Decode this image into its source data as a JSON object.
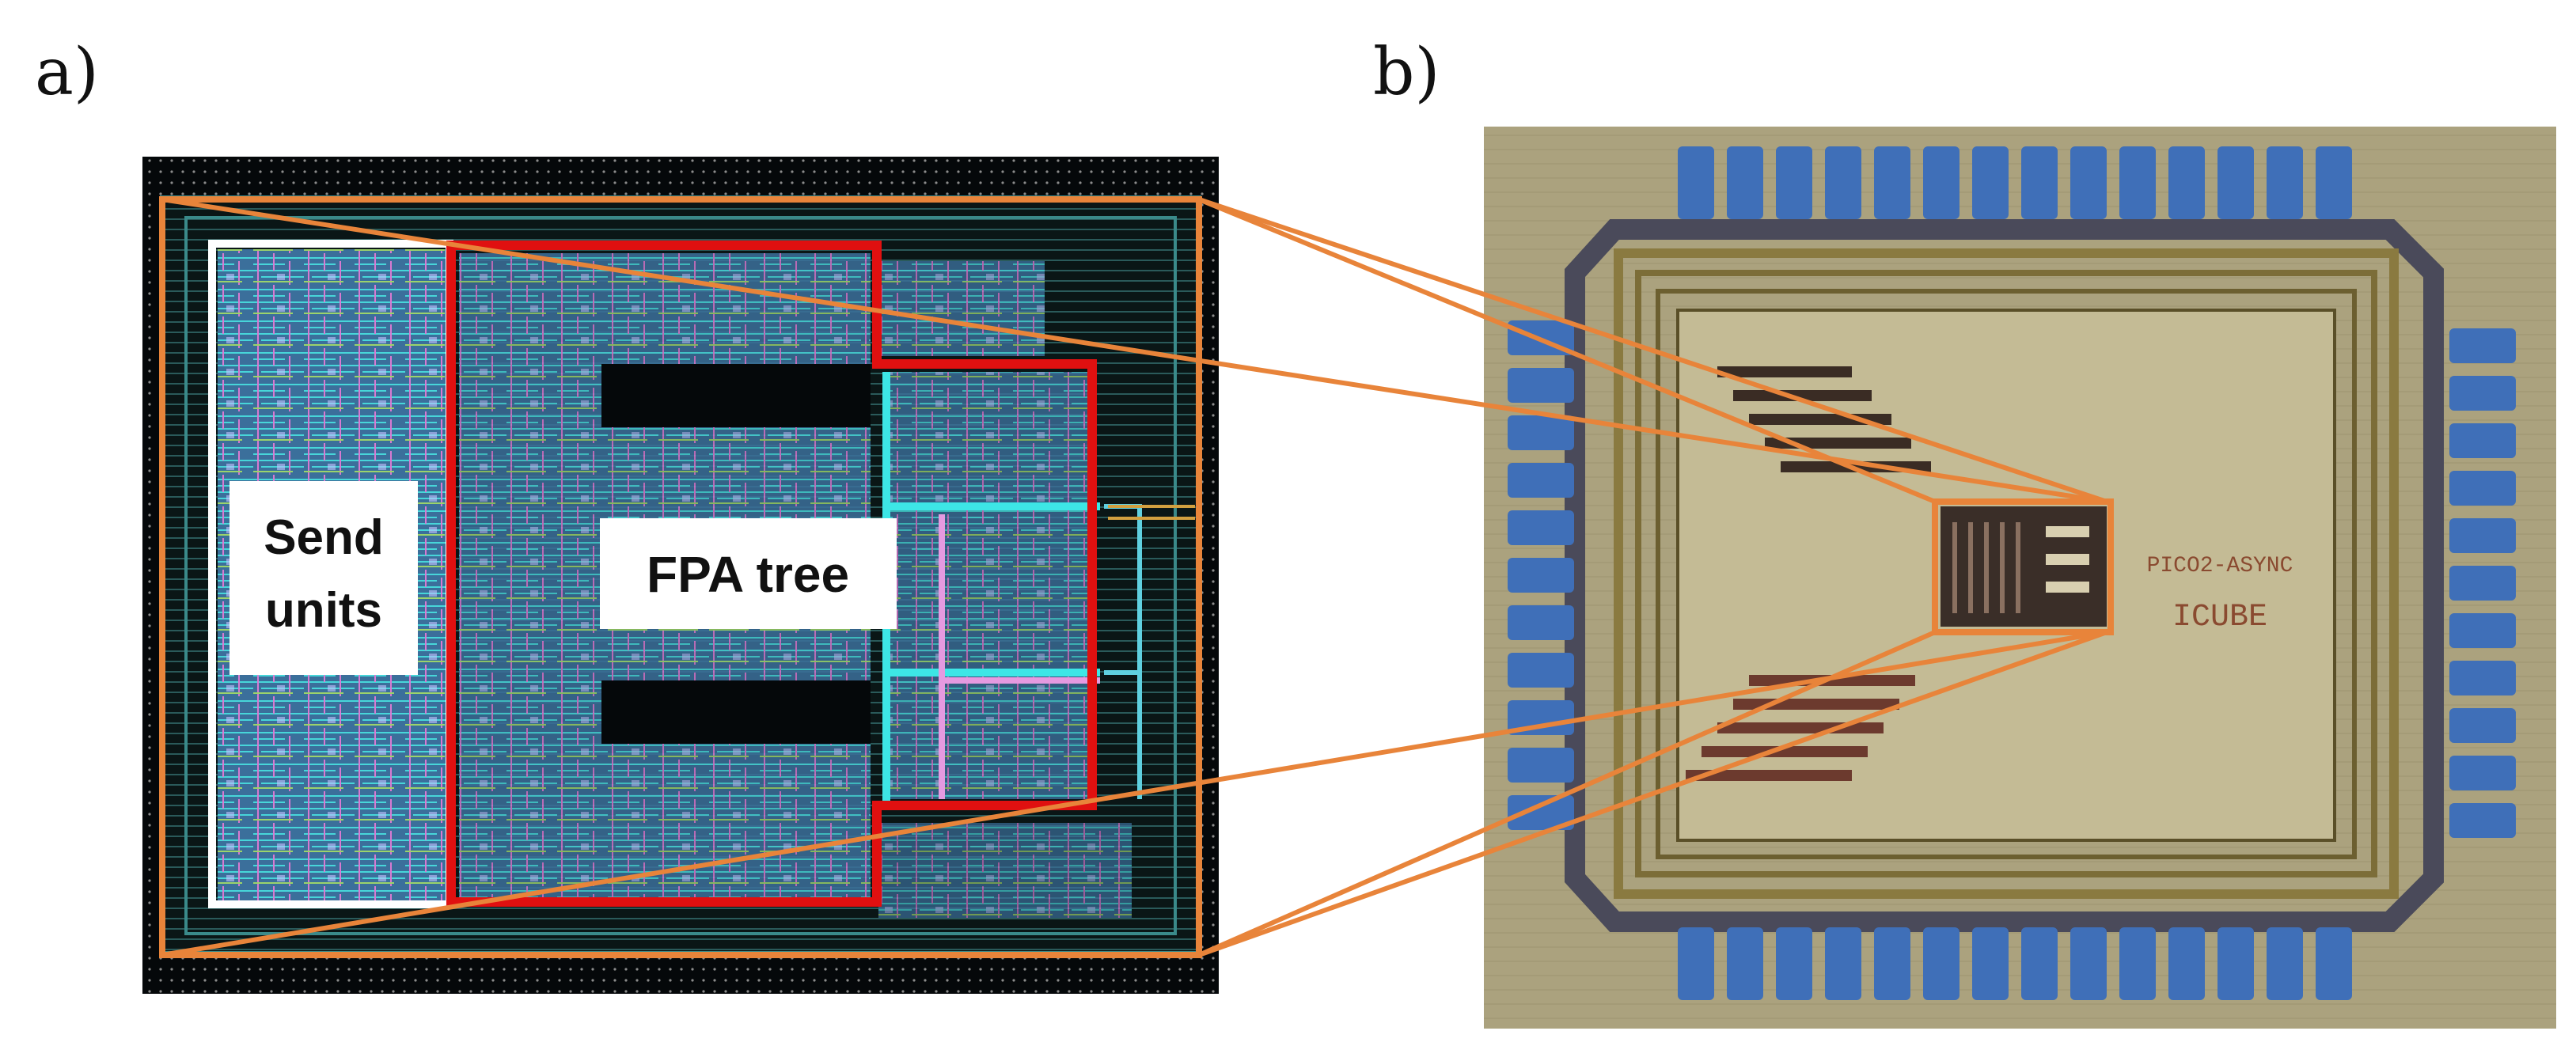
{
  "panels": {
    "a": {
      "label": "a)",
      "labels": {
        "send_units": [
          "Send",
          "units"
        ],
        "fpa_tree": "FPA tree"
      }
    },
    "b": {
      "label": "b)",
      "chip_marking_top": "PICO2-ASYNC",
      "chip_marking_bottom": "ICUBE"
    }
  },
  "colors": {
    "layout_background": "#05080a",
    "layout_fill": "#1d4d50",
    "zoom_outline": "#e8843a",
    "send_units_outline": "#ffffff",
    "fpa_tree_outline": "#e01010",
    "die_background": "#a69d78",
    "pad": "#3f6fb8",
    "guard_ring": "#8a7a40"
  }
}
